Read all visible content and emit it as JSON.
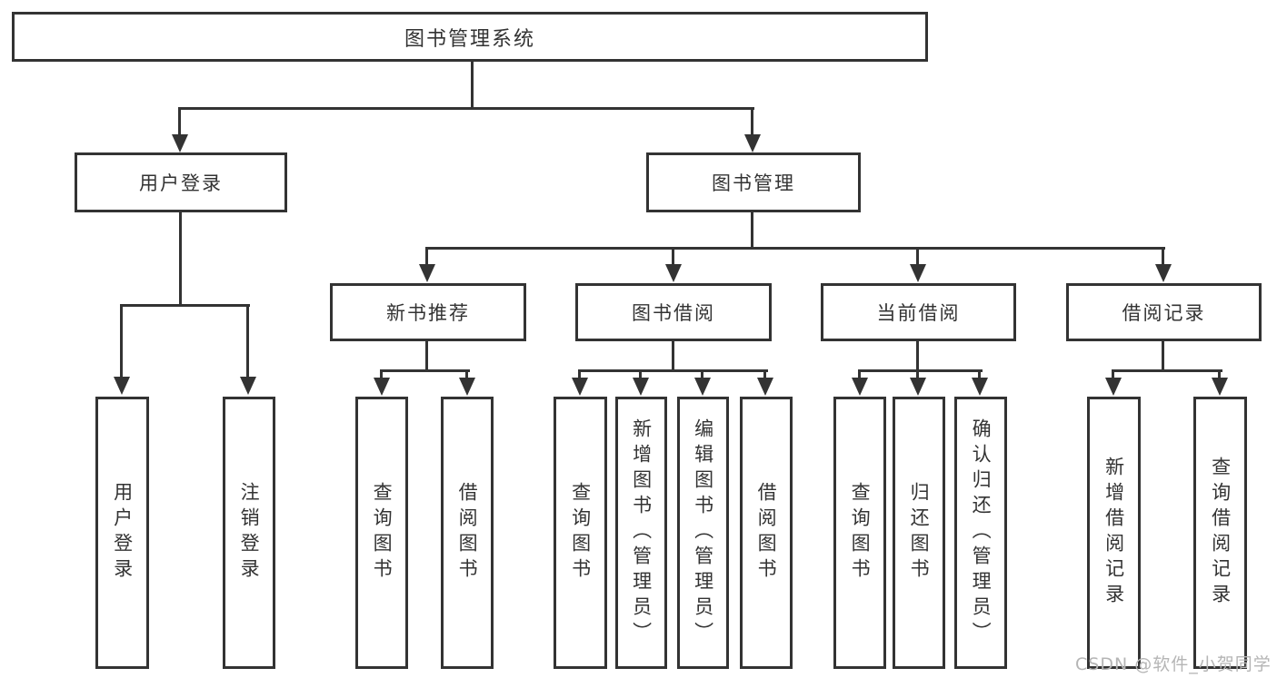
{
  "page": {
    "background": "#ffffff"
  },
  "colors": {
    "line": "#333333",
    "text": "#333333",
    "watermark": "#b5b5b5"
  },
  "tree": {
    "root": {
      "label": "图书管理系统"
    },
    "children": [
      {
        "label": "用户登录",
        "children": [
          {
            "label": "用户登录"
          },
          {
            "label": "注销登录"
          }
        ]
      },
      {
        "label": "图书管理",
        "children": [
          {
            "label": "新书推荐",
            "children": [
              {
                "label": "查询图书"
              },
              {
                "label": "借阅图书"
              }
            ]
          },
          {
            "label": "图书借阅",
            "children": [
              {
                "label": "查询图书"
              },
              {
                "label": "新增图书（管理员）"
              },
              {
                "label": "编辑图书（管理员）"
              },
              {
                "label": "借阅图书"
              }
            ]
          },
          {
            "label": "当前借阅",
            "children": [
              {
                "label": "查询图书"
              },
              {
                "label": "归还图书"
              },
              {
                "label": "确认归还（管理员）"
              }
            ]
          },
          {
            "label": "借阅记录",
            "children": [
              {
                "label": "新增借阅记录"
              },
              {
                "label": "查询借阅记录"
              }
            ]
          }
        ]
      }
    ]
  },
  "watermark": {
    "text": "CSDN @软件_小贺同学"
  }
}
